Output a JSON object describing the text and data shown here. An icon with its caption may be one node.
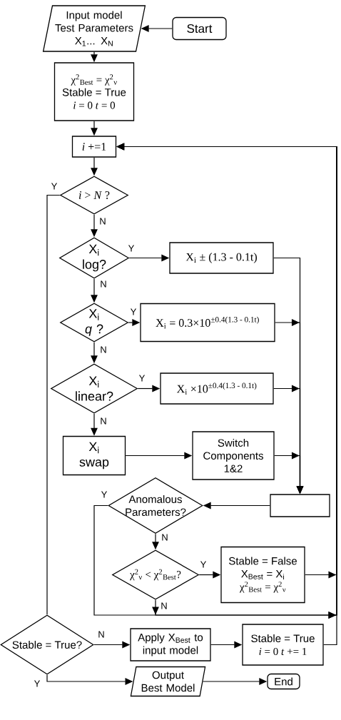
{
  "diagram": {
    "nodes": [
      {
        "text": [
          "Input model Test Parameters X$_{1}$... X$_{N}$"
        ]
      },
      {
        "text": [
          "Start"
        ]
      },
      {
        "text": [
          "χ$^{2}$$_{Best}$ = χ$^{2}$$_{ν}$",
          "Stable = True",
          "*i* = 0 *t* = 0"
        ]
      },
      {
        "text": [
          "*i* +=1"
        ]
      },
      {
        "text": [
          "*i* > *N* ?"
        ]
      },
      {
        "text": [
          "X$_{i}$ log?"
        ]
      },
      {
        "text": [
          "X$_{i}$ ± (1.3 - 0.1t)"
        ]
      },
      {
        "text": [
          "X$_{i}$ *q* ?"
        ]
      },
      {
        "text": [
          "X$_{i}$ = 0.3×10$^{±0.4(1.3 - 0.1t)}$"
        ]
      },
      {
        "text": [
          "X$_{i}$ linear?"
        ]
      },
      {
        "text": [
          "X$_{i}$ ×10$^{±0.4(1.3 - 0.1t)}$"
        ]
      },
      {
        "text": [
          "X$_{i}$ swap"
        ]
      },
      {
        "text": [
          "Switch Components 1&2"
        ]
      },
      {
        "text": [],
        "shape": "box"
      },
      {
        "text": [
          "Anomalous Parameters?"
        ]
      },
      {
        "text": [
          "χ$^{2}$$_{ν}$ < χ$^{2}$$_{Best}$?"
        ]
      },
      {
        "text": [
          "Stable = False",
          "X$_{Best}$ = X$_{i}$",
          "χ$^{2}$$_{Best}$ = χ$^{2}$$_{ν}$"
        ]
      },
      {
        "text": [
          "Stable = True?"
        ]
      },
      {
        "text": [
          "Apply X$_{Best}$ to input model"
        ]
      },
      {
        "text": [
          "Stable = True",
          "*i* = 0 *t* += 1"
        ]
      },
      {
        "text": [
          "Output Best Model"
        ]
      },
      {
        "text": [
          "End"
        ]
      }
    ],
    "edges": [
      {
        "from": 1,
        "to": 0,
        "arrow": "to"
      },
      {
        "from": 0,
        "to": 2,
        "arrow": "to"
      },
      {
        "from": 2,
        "to": 3,
        "arrow": "to"
      },
      {
        "from": 3,
        "to": 4,
        "arrow": "to"
      },
      {
        "from": 4,
        "to": 5,
        "arrow": "to",
        "label": "N"
      },
      {
        "from": 4,
        "to": 17,
        "arrow": "none",
        "label": "Y"
      },
      {
        "from": 5,
        "to": 6,
        "arrow": "to",
        "label": "Y"
      },
      {
        "from": 5,
        "to": 7,
        "arrow": "to",
        "label": "N"
      },
      {
        "from": 7,
        "to": 8,
        "arrow": "to",
        "label": "Y"
      },
      {
        "from": 7,
        "to": 9,
        "arrow": "to",
        "label": "N"
      },
      {
        "from": 9,
        "to": 10,
        "arrow": "to",
        "label": "Y"
      },
      {
        "from": 9,
        "to": 11,
        "arrow": "to",
        "label": "N"
      },
      {
        "from": 11,
        "to": 12,
        "arrow": "to"
      },
      {
        "from": 6,
        "to": 13,
        "arrow": "to"
      },
      {
        "from": 8,
        "to": 13,
        "arrow": "to"
      },
      {
        "from": 10,
        "to": 13,
        "arrow": "to"
      },
      {
        "from": 12,
        "to": 13,
        "arrow": "to"
      },
      {
        "from": 13,
        "to": 14,
        "arrow": "to"
      },
      {
        "from": 14,
        "to": 15,
        "arrow": "to",
        "label": "N"
      },
      {
        "from": 14,
        "to": 3,
        "arrow": "to",
        "label": "Y"
      },
      {
        "from": 15,
        "to": 16,
        "arrow": "to",
        "label": "Y"
      },
      {
        "from": 15,
        "to": 3,
        "arrow": "to",
        "label": "N"
      },
      {
        "from": 16,
        "to": 3,
        "arrow": "to"
      },
      {
        "from": 17,
        "to": 18,
        "arrow": "to",
        "label": "N"
      },
      {
        "from": 17,
        "to": 20,
        "arrow": "to",
        "label": "Y"
      },
      {
        "from": 18,
        "to": 19,
        "arrow": "to"
      },
      {
        "from": 19,
        "to": 3,
        "arrow": "to"
      },
      {
        "from": 20,
        "to": 21,
        "arrow": "to"
      }
    ]
  }
}
